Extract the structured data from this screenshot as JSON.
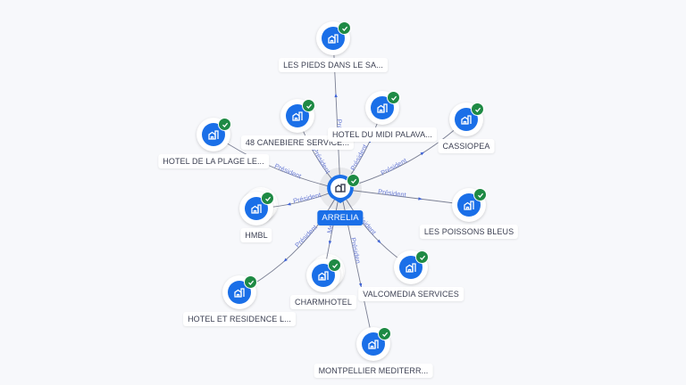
{
  "center": {
    "name": "ARRELIA",
    "icon": "building-icon",
    "verified": true
  },
  "nodes": [
    {
      "id": "les-pieds",
      "name": "LES PIEDS DANS LE SA...",
      "relation": "Président",
      "verified": true
    },
    {
      "id": "canebiere",
      "name": "48 CANEBIERE SERVICE...",
      "relation": "Président",
      "verified": true
    },
    {
      "id": "midi-palava",
      "name": "HOTEL DU MIDI PALAVA...",
      "relation": "Président",
      "verified": true
    },
    {
      "id": "cassiopea",
      "name": "CASSIOPEA",
      "relation": "Président",
      "verified": true
    },
    {
      "id": "plage",
      "name": "HOTEL DE LA PLAGE LE...",
      "relation": "Président",
      "verified": true
    },
    {
      "id": "hmbl",
      "name": "HMBL",
      "relation": "Président",
      "verified": true
    },
    {
      "id": "poissons",
      "name": "LES POISSONS BLEUS",
      "relation": "Président",
      "verified": true
    },
    {
      "id": "residence",
      "name": "HOTEL ET RESIDENCE L...",
      "relation": "Président",
      "verified": true
    },
    {
      "id": "charmhotel",
      "name": "CHARMHOTEL",
      "relation": "Membre",
      "verified": true
    },
    {
      "id": "valcomedia",
      "name": "VALCOMEDIA SERVICES",
      "relation": "Président",
      "verified": true
    },
    {
      "id": "montpellier",
      "name": "MONTPELLIER MEDITERR...",
      "relation": "Président",
      "verified": true
    }
  ],
  "edge_labels": {
    "les-pieds": "Présid",
    "canebiere": "Président",
    "midi-palava": "Président",
    "cassiopea": "Président",
    "plage": "Président",
    "hmbl": "Président",
    "poissons": "Président",
    "residence": "Président",
    "charmhotel": "Membr",
    "valcomedia": "Président",
    "montpellier": "Présiden"
  },
  "colors": {
    "accent": "#1a6fe8",
    "verified": "#1e8a44",
    "edge": "#7a7f93",
    "edge_label": "#6c7ed6"
  }
}
